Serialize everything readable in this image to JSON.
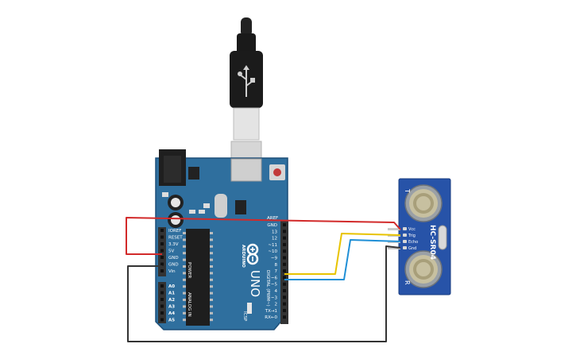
{
  "arduino": {
    "brand": "ARDUINO",
    "model": "UNO",
    "icsp_label": "ICSP",
    "digital_header": "DIGITAL (PWM~)",
    "power_header": "POWER",
    "analog_header": "ANALOG IN",
    "aref": "AREF",
    "top_pins": [
      "GND",
      "13",
      "12",
      "~11",
      "~10",
      "~9",
      "8",
      "7",
      "~6",
      "~5",
      "4",
      "~3",
      "2",
      "TX→1",
      "RX←0"
    ],
    "power_pins": [
      "IOREF",
      "RESET",
      "3.3V",
      "5V",
      "GND",
      "GND",
      "Vin"
    ],
    "analog_pins": [
      "A0",
      "A1",
      "A2",
      "A3",
      "A4",
      "A5"
    ],
    "colors": {
      "board": "#2f6f9e",
      "board_edge": "#1d4f78",
      "header": "#333333"
    }
  },
  "sensor": {
    "model": "HC-SR04",
    "pins": [
      "Vcc",
      "Trig",
      "Echo",
      "Gnd"
    ],
    "transmitter_label": "T",
    "receiver_label": "R",
    "colors": {
      "board": "#2753a8",
      "transducer": "#c7c0a0"
    }
  },
  "wires": {
    "power_color": "#d22a2a",
    "ground_color": "#333333",
    "trig_color": "#e8c300",
    "echo_color": "#1f8fd6"
  }
}
